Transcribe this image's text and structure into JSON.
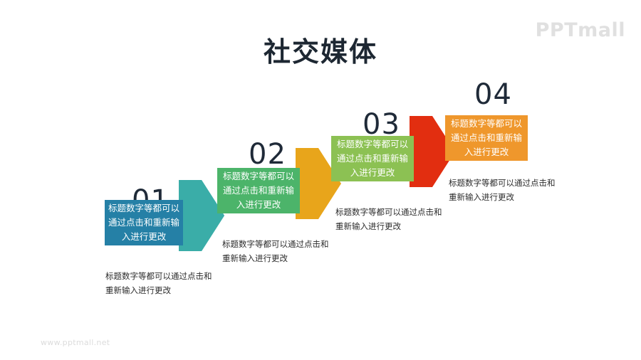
{
  "brand": {
    "logo_text": "PPTmall",
    "logo_color": "#e0e0e0"
  },
  "header": {
    "title": "社交媒体",
    "title_color": "#1d2732"
  },
  "footer": {
    "url": "www.pptmall.net",
    "url_color": "#dcdcdc"
  },
  "steps": [
    {
      "number": "01",
      "box_text": "标题数字等都可以通过点击和重新输入进行更改",
      "caption": "标题数字等都可以通过点击和重新输入进行更改",
      "box_color": "#2580a6",
      "arrow_color": "#3aada8",
      "number_color": "#1f2a38"
    },
    {
      "number": "02",
      "box_text": "标题数字等都可以通过点击和重新输入进行更改",
      "caption": "标题数字等都可以通过点击和重新输入进行更改",
      "box_color": "#4cb46a",
      "arrow_color": "#e8a51b",
      "number_color": "#1f2a38"
    },
    {
      "number": "03",
      "box_text": "标题数字等都可以通过点击和重新输入进行更改",
      "caption": "标题数字等都可以通过点击和重新输入进行更改",
      "box_color": "#8cc153",
      "arrow_color": "#e22e10",
      "number_color": "#1f2a38"
    },
    {
      "number": "04",
      "box_text": "标题数字等都可以通过点击和重新输入进行更改",
      "caption": "标题数字等都可以通过点击和重新输入进行更改",
      "box_color": "#ef972c",
      "arrow_color": "#ef972c",
      "number_color": "#1f2a38"
    }
  ]
}
